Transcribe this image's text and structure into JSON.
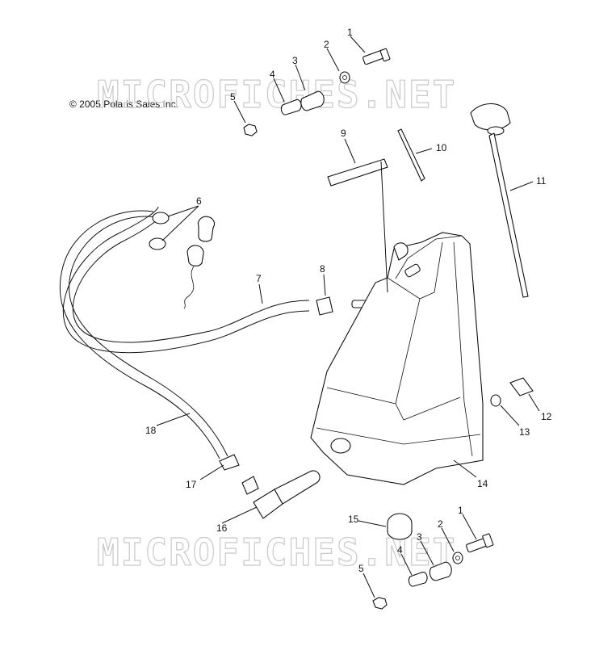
{
  "copyright": "© 2005 Polaris Sales Inc.",
  "watermark": "MICROFICHES.NET",
  "callouts": {
    "c1_top": "1",
    "c2_top": "2",
    "c3_top": "3",
    "c4_top": "4",
    "c5_top": "5",
    "c6": "6",
    "c7": "7",
    "c8": "8",
    "c9": "9",
    "c10": "10",
    "c11": "11",
    "c12": "12",
    "c13": "13",
    "c14": "14",
    "c15": "15",
    "c16": "16",
    "c17": "17",
    "c18": "18",
    "c1_bot": "1",
    "c2_bot": "2",
    "c3_bot": "3",
    "c4_bot": "4",
    "c5_bot": "5"
  }
}
